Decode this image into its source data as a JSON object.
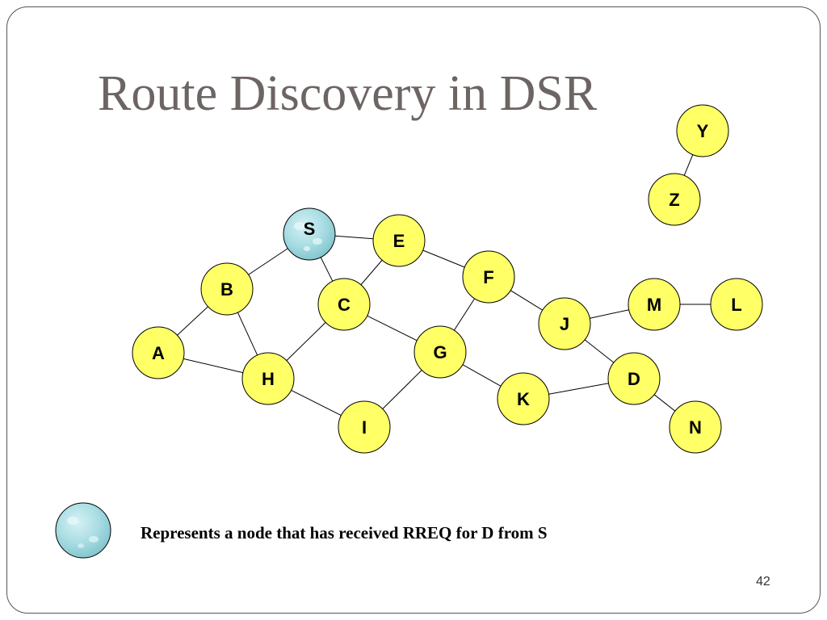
{
  "slide": {
    "title": "Route Discovery in DSR",
    "legend_text": "Represents a node that has received RREQ for D from S",
    "page_number": "42"
  },
  "colors": {
    "node_default": "#ffff66",
    "node_received": "#a8dde3",
    "title": "#6d6563"
  },
  "graph": {
    "nodes": [
      {
        "id": "S",
        "received_rreq": true
      },
      {
        "id": "E",
        "received_rreq": false
      },
      {
        "id": "F",
        "received_rreq": false
      },
      {
        "id": "B",
        "received_rreq": false
      },
      {
        "id": "C",
        "received_rreq": false
      },
      {
        "id": "M",
        "received_rreq": false
      },
      {
        "id": "L",
        "received_rreq": false
      },
      {
        "id": "J",
        "received_rreq": false
      },
      {
        "id": "A",
        "received_rreq": false
      },
      {
        "id": "G",
        "received_rreq": false
      },
      {
        "id": "H",
        "received_rreq": false
      },
      {
        "id": "D",
        "received_rreq": false
      },
      {
        "id": "K",
        "received_rreq": false
      },
      {
        "id": "I",
        "received_rreq": false
      },
      {
        "id": "N",
        "received_rreq": false
      },
      {
        "id": "Y",
        "received_rreq": false
      },
      {
        "id": "Z",
        "received_rreq": false
      }
    ],
    "edges": [
      [
        "S",
        "E"
      ],
      [
        "S",
        "B"
      ],
      [
        "S",
        "C"
      ],
      [
        "E",
        "C"
      ],
      [
        "E",
        "F"
      ],
      [
        "B",
        "A"
      ],
      [
        "B",
        "H"
      ],
      [
        "A",
        "H"
      ],
      [
        "C",
        "H"
      ],
      [
        "C",
        "G"
      ],
      [
        "F",
        "G"
      ],
      [
        "F",
        "J"
      ],
      [
        "J",
        "M"
      ],
      [
        "M",
        "L"
      ],
      [
        "J",
        "D"
      ],
      [
        "G",
        "K"
      ],
      [
        "G",
        "I"
      ],
      [
        "H",
        "I"
      ],
      [
        "K",
        "D"
      ],
      [
        "D",
        "N"
      ],
      [
        "Y",
        "Z"
      ]
    ]
  }
}
